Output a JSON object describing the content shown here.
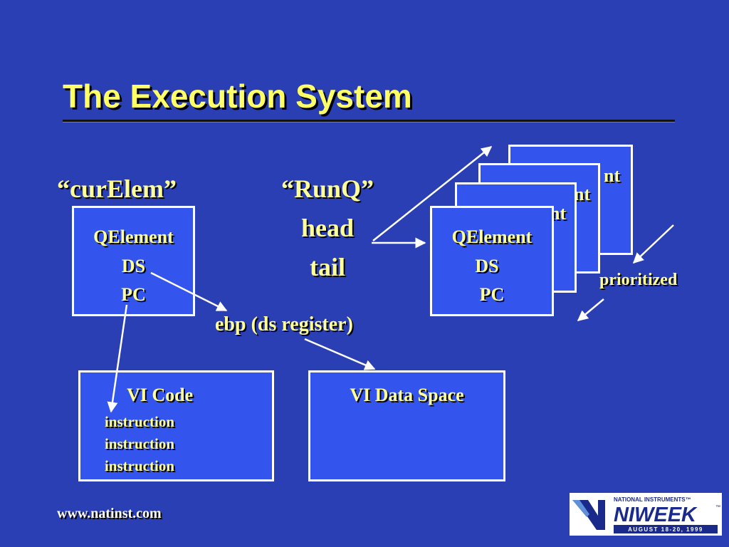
{
  "title": "The Execution System",
  "cur_elem": {
    "label": "“curElem”",
    "lines": [
      "QElement",
      "DS",
      "PC"
    ]
  },
  "runq": {
    "label": "“RunQ”",
    "head": "head",
    "tail": "tail"
  },
  "queue_front": {
    "lines": [
      "QElement",
      "DS",
      "PC"
    ]
  },
  "queue_partial": [
    "nt",
    "nt",
    "nt"
  ],
  "prioritized": "prioritized",
  "ebp": "ebp (ds register)",
  "vi_code": {
    "title": "VI Code",
    "instructions": [
      "instruction",
      "instruction",
      "instruction"
    ]
  },
  "vi_data": {
    "title": "VI Data Space"
  },
  "url": "www.natinst.com",
  "logo": {
    "company": "NATIONAL INSTRUMENTS™",
    "event": "NIWEEK",
    "tm": "™",
    "dates": "AUGUST 18-20, 1999"
  },
  "colors": {
    "background": "#2b3fb5",
    "box_fill": "#3355ee",
    "text": "#ffff99",
    "logo_blue": "#1a2a8a"
  }
}
